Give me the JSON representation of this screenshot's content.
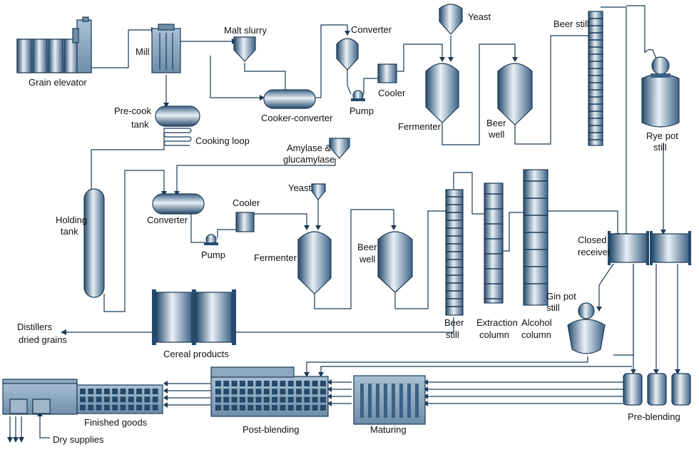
{
  "labels": {
    "grain_elevator": "Grain elevator",
    "mill": "Mill",
    "malt_slurry": "Malt slurry",
    "converter_top": "Converter",
    "yeast_top": "Yeast",
    "beer_still_top": "Beer still",
    "cooler_top": "Cooler",
    "pump_top": "Pump",
    "cooker_converter": "Cooker-converter",
    "precook_1": "Pre-cook",
    "precook_2": "tank",
    "cooking_loop": "Cooking loop",
    "fermenter_top": "Fermenter",
    "beer_well_top_1": "Beer",
    "beer_well_top_2": "well",
    "rye_pot_still_1": "Rye pot",
    "rye_pot_still_2": "still",
    "amylase_1": "Amylase &",
    "amylase_2": "glucamylase",
    "yeast_mid": "Yeast",
    "holding_tank_1": "Holding",
    "holding_tank_2": "tank",
    "converter_mid": "Converter",
    "cooler_mid": "Cooler",
    "pump_mid": "Pump",
    "fermenter_mid": "Fermenter",
    "beer_well_mid_1": "Beer",
    "beer_well_mid_2": "well",
    "closed_receiver_1": "Closed",
    "closed_receiver_2": "receiver",
    "gin_pot_still_1": "Gin pot",
    "gin_pot_still_2": "still",
    "beer_still_bottom_1": "Beer",
    "beer_still_bottom_2": "still",
    "extraction_1": "Extraction",
    "extraction_2": "column",
    "alcohol_1": "Alcohol",
    "alcohol_2": "column",
    "distillers_1": "Distillers",
    "distillers_2": "dried grains",
    "cereal_products": "Cereal products",
    "finished_goods": "Finished goods",
    "dry_supplies": "Dry supplies",
    "post_blending": "Post-blending",
    "maturing": "Maturing",
    "pre_blending": "Pre-blending"
  },
  "colors": {
    "line": "#1b3a56",
    "equipment_dark": "#24496b",
    "equipment_light": "#e8f0f6",
    "building": "#7d9bb5"
  }
}
